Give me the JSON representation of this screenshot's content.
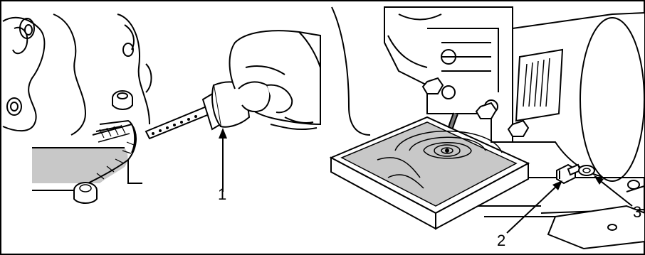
{
  "diagram": {
    "callouts": [
      {
        "label": "1",
        "part": "dipstick"
      },
      {
        "label": "2",
        "part": "drain-plug"
      },
      {
        "label": "3",
        "part": "sealing-washer"
      }
    ]
  },
  "colors": {
    "line": "#000000",
    "oil_gray": "#c8c8c8",
    "background": "#ffffff"
  }
}
